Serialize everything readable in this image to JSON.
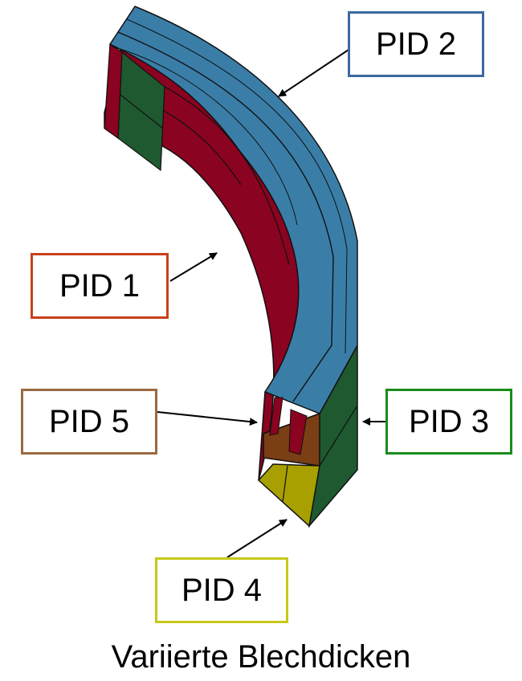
{
  "colors": {
    "pid1": "#8a0320",
    "pid2": "#3a7ea8",
    "pid3": "#1f5930",
    "pid4": "#a8a000",
    "pid5": "#7a3f14",
    "box_pid1": "#c8401a",
    "box_pid2": "#3a6aa0",
    "box_pid3": "#1a8c1a",
    "box_pid4": "#c8c81a",
    "box_pid5": "#9a6a40",
    "edge": "#111111"
  },
  "labels": {
    "pid1": "PID 1",
    "pid2": "PID 2",
    "pid3": "PID 3",
    "pid4": "PID 4",
    "pid5": "PID 5"
  },
  "caption": "Variierte Blechdicken"
}
